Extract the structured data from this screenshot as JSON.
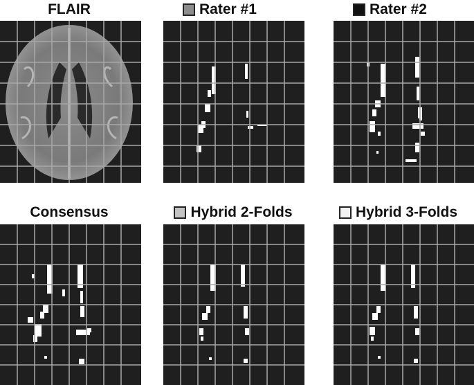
{
  "figure": {
    "panels": [
      {
        "key": "flair",
        "title": "FLAIR",
        "swatch": null
      },
      {
        "key": "rater1",
        "title": "Rater #1",
        "swatch": "#8c8c8c"
      },
      {
        "key": "rater2",
        "title": "Rater #2",
        "swatch": "#111111"
      },
      {
        "key": "consensus",
        "title": "Consensus",
        "swatch": null
      },
      {
        "key": "hybrid2",
        "title": "Hybrid 2-Folds",
        "swatch": "#c4c4c4"
      },
      {
        "key": "hybrid3",
        "title": "Hybrid 3-Folds",
        "swatch": "#f2f2f2"
      }
    ],
    "colors": {
      "background": "#1f1f1f",
      "grid": "#a8a8a8",
      "lesion": "#ffffff"
    }
  }
}
